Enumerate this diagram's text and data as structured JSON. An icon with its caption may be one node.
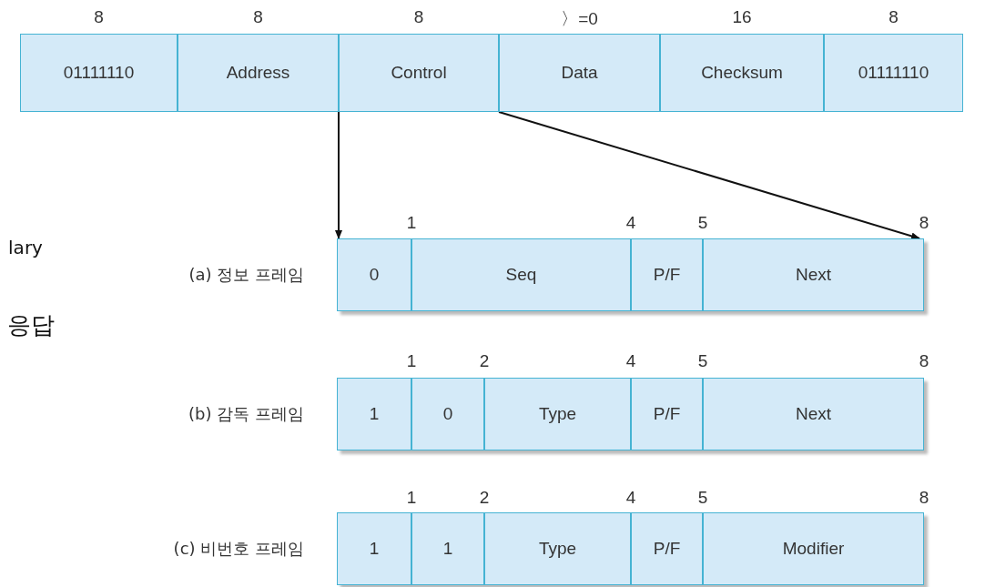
{
  "diagram": {
    "nodes": [
      {
        "text": [
          "01111110"
        ],
        "beside": [
          "8"
        ]
      },
      {
        "text": [
          "Address"
        ],
        "beside": [
          "8"
        ]
      },
      {
        "text": [
          "Control"
        ],
        "beside": [
          "8"
        ]
      },
      {
        "text": [
          "Data"
        ],
        "beside": [
          "〉=0"
        ]
      },
      {
        "text": [
          "Checksum"
        ],
        "beside": [
          "16"
        ]
      },
      {
        "text": [
          "01111110"
        ],
        "beside": [
          "8"
        ]
      },
      {
        "text": [
          "(a) 정보 프레임"
        ]
      },
      {
        "text": [
          "0"
        ],
        "in": 6
      },
      {
        "text": [
          "Seq"
        ],
        "in": 6
      },
      {
        "text": [
          "P/F"
        ],
        "in": 6
      },
      {
        "text": [
          "Next"
        ],
        "in": 6
      },
      {
        "text": [
          "(b) 감독 프레임"
        ]
      },
      {
        "text": [
          "1"
        ],
        "in": 11
      },
      {
        "text": [
          "0"
        ],
        "in": 11
      },
      {
        "text": [
          "Type"
        ],
        "in": 11
      },
      {
        "text": [
          "P/F"
        ],
        "in": 11
      },
      {
        "text": [
          "Next"
        ],
        "in": 11
      },
      {
        "text": [
          "(c) 비번호 프레임"
        ]
      },
      {
        "text": [
          "1"
        ],
        "in": 17
      },
      {
        "text": [
          "1"
        ],
        "in": 17
      },
      {
        "text": [
          "Type"
        ],
        "in": 17
      },
      {
        "text": [
          "P/F"
        ],
        "in": 17
      },
      {
        "text": [
          "Modifier"
        ],
        "in": 17
      }
    ],
    "edges": [
      {
        "from": 2,
        "to": 6,
        "arrow": "to"
      },
      {
        "from": 2,
        "to": 6,
        "arrow": "to"
      }
    ],
    "labels": [
      "lary",
      "응답",
      "1",
      "4",
      "5",
      "8",
      "1",
      "2",
      "4",
      "5",
      "8",
      "1",
      "2",
      "4",
      "5",
      "8"
    ]
  }
}
